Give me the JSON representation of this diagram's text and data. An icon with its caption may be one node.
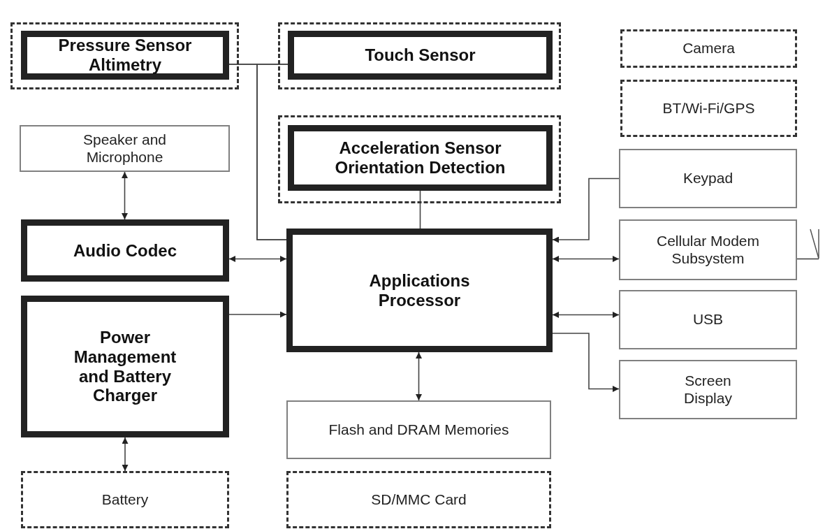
{
  "diagram": {
    "nodes": [
      {
        "text": [],
        "shape": "box"
      },
      {
        "text": [
          "Pressure Sensor Altimetry"
        ],
        "in": 0
      },
      {
        "text": [],
        "shape": "box"
      },
      {
        "text": [
          "Touch Sensor"
        ],
        "in": 2
      },
      {
        "text": [
          "Camera"
        ]
      },
      {
        "text": [
          "Speaker and Microphone"
        ]
      },
      {
        "text": [],
        "shape": "box"
      },
      {
        "text": [
          "Acceleration Sensor Orientation Detection"
        ],
        "in": 6
      },
      {
        "text": [
          "BT/Wi-Fi/GPS"
        ]
      },
      {
        "text": [
          "Keypad"
        ]
      },
      {
        "text": [
          "Audio Codec"
        ]
      },
      {
        "text": [
          "Applications Processor"
        ]
      },
      {
        "text": [
          "Cellular Modem Subsystem"
        ]
      },
      {
        "text": [
          "Power Management and Battery Charger"
        ]
      },
      {
        "text": [
          "USB"
        ]
      },
      {
        "text": [
          "Screen Display"
        ]
      },
      {
        "text": [
          "Flash and DRAM Memories"
        ]
      },
      {
        "text": [
          "Battery"
        ]
      },
      {
        "text": [
          "SD/MMC Card"
        ]
      },
      {
        "text": [],
        "shape": "antenna"
      }
    ],
    "edges": [
      {
        "from": 1,
        "to": 3,
        "arrow": "none"
      },
      {
        "from": 1,
        "to": 11,
        "arrow": "none"
      },
      {
        "from": 3,
        "to": 11,
        "arrow": "none"
      },
      {
        "from": 7,
        "to": 11,
        "arrow": "none"
      },
      {
        "from": 5,
        "to": 10,
        "arrow": "both"
      },
      {
        "from": 10,
        "to": 11,
        "arrow": "both"
      },
      {
        "from": 13,
        "to": 11,
        "arrow": "to"
      },
      {
        "from": 13,
        "to": 17,
        "arrow": "both"
      },
      {
        "from": 11,
        "to": 16,
        "arrow": "both"
      },
      {
        "from": 9,
        "to": 11,
        "arrow": "to"
      },
      {
        "from": 11,
        "to": 12,
        "arrow": "both"
      },
      {
        "from": 11,
        "to": 14,
        "arrow": "both"
      },
      {
        "from": 11,
        "to": 15,
        "arrow": "to"
      },
      {
        "from": 12,
        "to": 19,
        "arrow": "none"
      }
    ]
  }
}
